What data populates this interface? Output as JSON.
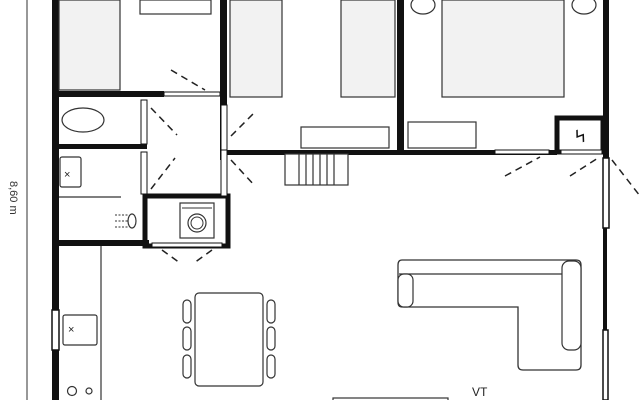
{
  "plan": {
    "type": "floor-plan",
    "dimension_label": "8,60 m",
    "tv_label": "TV",
    "colors": {
      "wall": "#111111",
      "furniture_fill": "#f2f2f2",
      "line": "#333333",
      "background": "#ffffff"
    },
    "rooms": [
      {
        "name": "bedroom-1",
        "furniture": [
          "single-bed",
          "desk"
        ]
      },
      {
        "name": "bedroom-2",
        "furniture": [
          "single-bed",
          "single-bed",
          "dresser"
        ]
      },
      {
        "name": "master-bedroom",
        "furniture": [
          "double-bed",
          "nightstand",
          "nightstand",
          "dresser"
        ]
      },
      {
        "name": "toilet",
        "furniture": [
          "toilet"
        ]
      },
      {
        "name": "bathroom",
        "furniture": [
          "sink",
          "shower"
        ]
      },
      {
        "name": "laundry",
        "furniture": [
          "washing-machine"
        ]
      },
      {
        "name": "hallway",
        "furniture": []
      },
      {
        "name": "utility-closet",
        "furniture": [
          "electrical-panel"
        ]
      },
      {
        "name": "kitchen",
        "furniture": [
          "sink",
          "stove"
        ]
      },
      {
        "name": "living-dining",
        "furniture": [
          "dining-table",
          "chairs",
          "sectional-sofa",
          "tv-stand",
          "stairs"
        ]
      }
    ]
  }
}
